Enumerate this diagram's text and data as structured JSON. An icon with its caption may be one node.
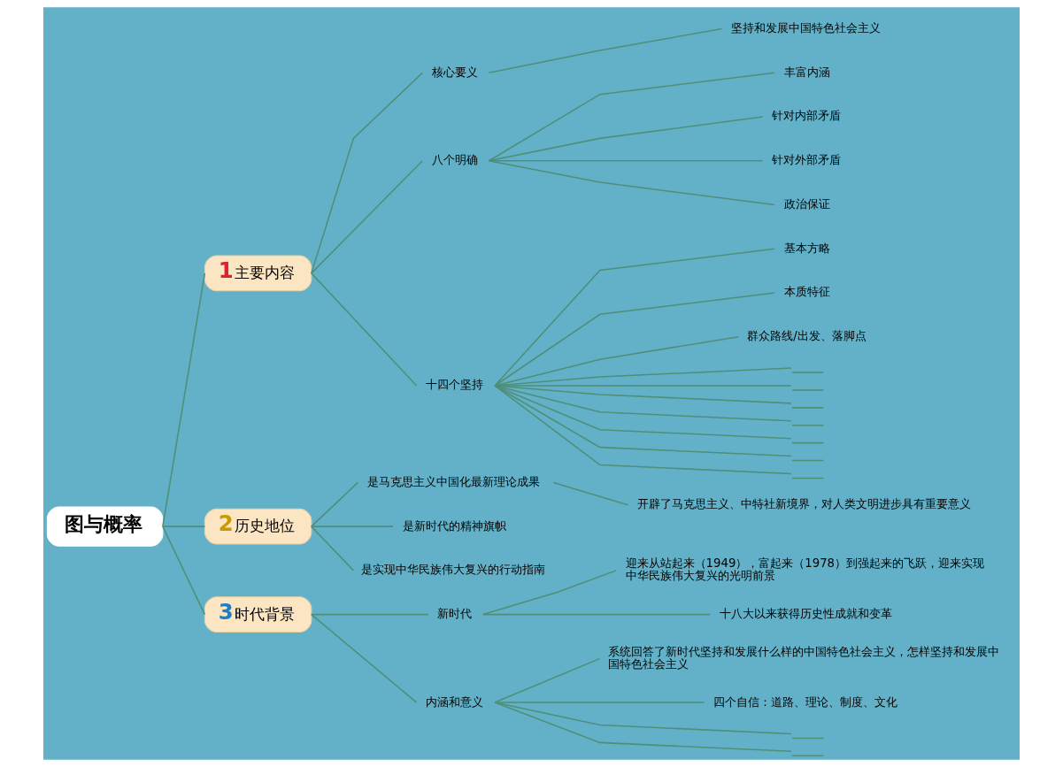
{
  "diagram": {
    "nodes": [
      {
        "text": [
          "图与概率"
        ]
      },
      {
        "text": [
          "1",
          "主要内容"
        ]
      },
      {
        "text": [
          "核心要义"
        ]
      },
      {
        "text": [
          "坚持和发展中国特色社会主义"
        ]
      },
      {
        "text": [
          "八个明确"
        ]
      },
      {
        "text": [
          "丰富内涵"
        ]
      },
      {
        "text": [
          "针对内部矛盾"
        ]
      },
      {
        "text": [
          "针对外部矛盾"
        ]
      },
      {
        "text": [
          "政治保证"
        ]
      },
      {
        "text": [
          "十四个坚持"
        ]
      },
      {
        "text": [
          "基本方略"
        ]
      },
      {
        "text": [
          "本质特征"
        ]
      },
      {
        "text": [
          "群众路线/出发、落脚点"
        ]
      },
      {
        "text": [],
        "shape": "line"
      },
      {
        "text": [],
        "shape": "line"
      },
      {
        "text": [],
        "shape": "line"
      },
      {
        "text": [],
        "shape": "line"
      },
      {
        "text": [],
        "shape": "line"
      },
      {
        "text": [],
        "shape": "line"
      },
      {
        "text": [],
        "shape": "line"
      },
      {
        "text": [
          "2",
          "历史地位"
        ]
      },
      {
        "text": [
          "是马克思主义中国化最新理论成果"
        ]
      },
      {
        "text": [
          "开辟了马克思主义、中特社新境界，对人类文明进步具有重要意义"
        ]
      },
      {
        "text": [
          "是新时代的精神旗帜"
        ]
      },
      {
        "text": [
          "是实现中华民族伟大复兴的行动指南"
        ]
      },
      {
        "text": [
          "3",
          "时代背景"
        ]
      },
      {
        "text": [
          "新时代"
        ]
      },
      {
        "text": [
          "迎来从站起来（1949），富起来（1978）到强起来的飞跃，迎来实现中华民族伟大复兴的光明前景"
        ]
      },
      {
        "text": [
          "十八大以来获得历史性成就和变革"
        ]
      },
      {
        "text": [
          "内涵和意义"
        ]
      },
      {
        "text": [
          "系统回答了新时代坚持和发展什么样的中国特色社会主义，怎样坚持和发展中国特色社会主义"
        ]
      },
      {
        "text": [
          "四个自信：道路、理论、制度、文化"
        ]
      },
      {
        "text": [],
        "shape": "line"
      },
      {
        "text": [],
        "shape": "line"
      }
    ],
    "edges": [
      {
        "from": 0,
        "to": 1,
        "arrow": "none"
      },
      {
        "from": 0,
        "to": 20,
        "arrow": "none"
      },
      {
        "from": 0,
        "to": 25,
        "arrow": "none"
      },
      {
        "from": 1,
        "to": 2,
        "arrow": "none"
      },
      {
        "from": 2,
        "to": 3,
        "arrow": "none"
      },
      {
        "from": 1,
        "to": 4,
        "arrow": "none"
      },
      {
        "from": 4,
        "to": 5,
        "arrow": "none"
      },
      {
        "from": 4,
        "to": 6,
        "arrow": "none"
      },
      {
        "from": 4,
        "to": 7,
        "arrow": "none"
      },
      {
        "from": 4,
        "to": 8,
        "arrow": "none"
      },
      {
        "from": 1,
        "to": 9,
        "arrow": "none"
      },
      {
        "from": 9,
        "to": 10,
        "arrow": "none"
      },
      {
        "from": 9,
        "to": 11,
        "arrow": "none"
      },
      {
        "from": 9,
        "to": 12,
        "arrow": "none"
      },
      {
        "from": 9,
        "to": 13,
        "arrow": "none"
      },
      {
        "from": 9,
        "to": 14,
        "arrow": "none"
      },
      {
        "from": 9,
        "to": 15,
        "arrow": "none"
      },
      {
        "from": 9,
        "to": 16,
        "arrow": "none"
      },
      {
        "from": 9,
        "to": 17,
        "arrow": "none"
      },
      {
        "from": 9,
        "to": 18,
        "arrow": "none"
      },
      {
        "from": 9,
        "to": 19,
        "arrow": "none"
      },
      {
        "from": 20,
        "to": 21,
        "arrow": "none"
      },
      {
        "from": 21,
        "to": 22,
        "arrow": "none"
      },
      {
        "from": 20,
        "to": 23,
        "arrow": "none"
      },
      {
        "from": 20,
        "to": 24,
        "arrow": "none"
      },
      {
        "from": 25,
        "to": 26,
        "arrow": "none"
      },
      {
        "from": 26,
        "to": 27,
        "arrow": "none"
      },
      {
        "from": 26,
        "to": 28,
        "arrow": "none"
      },
      {
        "from": 25,
        "to": 29,
        "arrow": "none"
      },
      {
        "from": 29,
        "to": 30,
        "arrow": "none"
      },
      {
        "from": 29,
        "to": 31,
        "arrow": "none"
      },
      {
        "from": 29,
        "to": 32,
        "arrow": "none"
      },
      {
        "from": 29,
        "to": 33,
        "arrow": "none"
      }
    ]
  }
}
